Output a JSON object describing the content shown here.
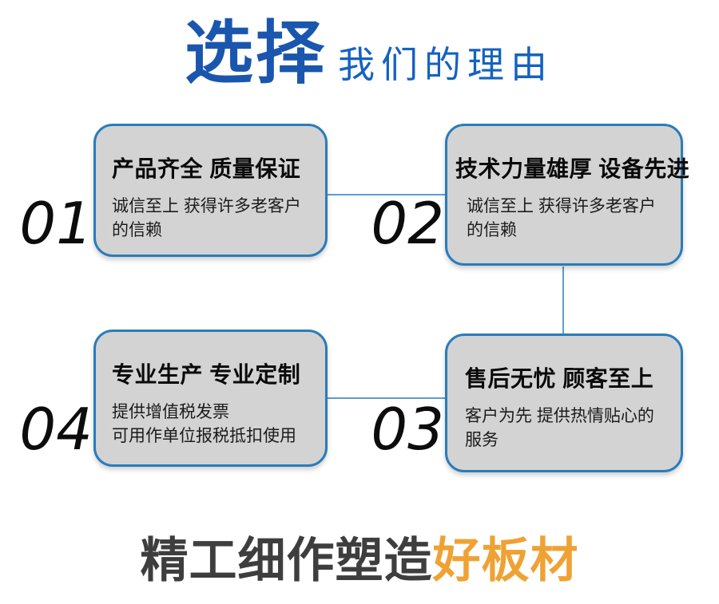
{
  "header": {
    "title_main": "选择",
    "title_sub": "我们的理由"
  },
  "cards": [
    {
      "number": "01",
      "title": "产品齐全 质量保证",
      "body": "诚信至上 获得许多老客户\n的信赖"
    },
    {
      "number": "02",
      "title": "技术力量雄厚 设备先进",
      "body": "诚信至上 获得许多老客户\n的信赖"
    },
    {
      "number": "03",
      "title": "售后无忧 顾客至上",
      "body": "客户为先 提供热情贴心的\n服务"
    },
    {
      "number": "04",
      "title": "专业生产 专业定制",
      "body": "提供增值税发票\n可用作单位报税抵扣使用"
    }
  ],
  "footer": {
    "tagline_prefix": "精工细作塑造",
    "tagline_highlight": "好板材"
  },
  "colors": {
    "title_blue": "#1a56ad",
    "subtitle_blue": "#1562c0",
    "card_border_blue": "#2a7cba",
    "card_fill_gray": "#d3d3d3",
    "connector_blue": "#5b9fd0",
    "tagline_gray": "#3e3e3e",
    "tagline_orange": "#efa234"
  }
}
